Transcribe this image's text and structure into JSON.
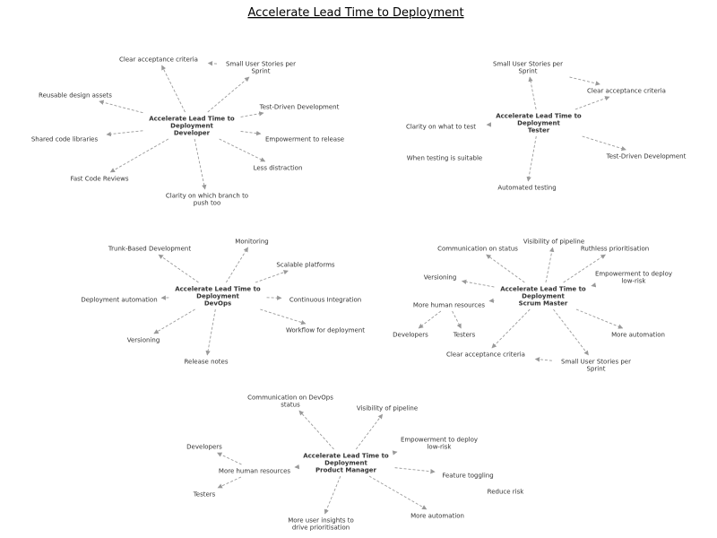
{
  "title": "Accelerate Lead Time to Deployment",
  "maps": [
    {
      "id": "developer",
      "center": {
        "lines": [
          "Accelerate Lead Time to",
          "Deployment",
          "Developer"
        ]
      },
      "leaves": [
        {
          "lines": [
            "Clear acceptance criteria"
          ]
        },
        {
          "lines": [
            "Small User Stories per",
            "Sprint"
          ]
        },
        {
          "lines": [
            "Reusable design assets"
          ]
        },
        {
          "lines": [
            "Test-Driven Development"
          ]
        },
        {
          "lines": [
            "Shared code libraries"
          ]
        },
        {
          "lines": [
            "Empowerment to release"
          ]
        },
        {
          "lines": [
            "Less distraction"
          ]
        },
        {
          "lines": [
            "Fast Code Reviews"
          ]
        },
        {
          "lines": [
            "Clarity on which branch to",
            "push too"
          ]
        }
      ],
      "links": [
        {
          "from": "center",
          "to": 0
        },
        {
          "from": "center",
          "to": 1
        },
        {
          "from": "center",
          "to": 2
        },
        {
          "from": "center",
          "to": 3
        },
        {
          "from": "center",
          "to": 4
        },
        {
          "from": "center",
          "to": 5
        },
        {
          "from": "center",
          "to": 6
        },
        {
          "from": "center",
          "to": 7
        },
        {
          "from": "center",
          "to": 8
        },
        {
          "from": 1,
          "to": 0
        }
      ]
    },
    {
      "id": "tester",
      "center": {
        "lines": [
          "Accelerate Lead Time to",
          "Deployment",
          "Tester"
        ]
      },
      "leaves": [
        {
          "lines": [
            "Small User Stories per",
            "Sprint"
          ]
        },
        {
          "lines": [
            "Clear acceptance criteria"
          ]
        },
        {
          "lines": [
            "Clarity on what to test"
          ]
        },
        {
          "lines": [
            "When testing is suitable"
          ]
        },
        {
          "lines": [
            "Test-Driven Development"
          ]
        },
        {
          "lines": [
            "Automated testing"
          ]
        }
      ],
      "links": [
        {
          "from": "center",
          "to": 0
        },
        {
          "from": "center",
          "to": 1
        },
        {
          "from": "center",
          "to": 2
        },
        {
          "from": "center",
          "to": 4
        },
        {
          "from": "center",
          "to": 5
        },
        {
          "from": 0,
          "to": 1
        }
      ]
    },
    {
      "id": "devops",
      "center": {
        "lines": [
          "Accelerate Lead Time to",
          "Deployment",
          "DevOps"
        ]
      },
      "leaves": [
        {
          "lines": [
            "Trunk-Based Development"
          ]
        },
        {
          "lines": [
            "Monitoring"
          ]
        },
        {
          "lines": [
            "Scalable platforms"
          ]
        },
        {
          "lines": [
            "Deployment automation"
          ]
        },
        {
          "lines": [
            "Continuous Integration"
          ]
        },
        {
          "lines": [
            "Workflow for deployment"
          ]
        },
        {
          "lines": [
            "Versioning"
          ]
        },
        {
          "lines": [
            "Release notes"
          ]
        }
      ],
      "links": [
        {
          "from": "center",
          "to": 0
        },
        {
          "from": "center",
          "to": 1
        },
        {
          "from": "center",
          "to": 2
        },
        {
          "from": "center",
          "to": 3
        },
        {
          "from": "center",
          "to": 4
        },
        {
          "from": "center",
          "to": 5
        },
        {
          "from": "center",
          "to": 6
        },
        {
          "from": "center",
          "to": 7
        }
      ]
    },
    {
      "id": "scrum-master",
      "center": {
        "lines": [
          "Accelerate Lead Time to",
          "Deployment",
          "Scrum Master"
        ]
      },
      "leaves": [
        {
          "lines": [
            "Visibility of pipeline"
          ]
        },
        {
          "lines": [
            "Communication on status"
          ]
        },
        {
          "lines": [
            "Ruthless prioritisation"
          ]
        },
        {
          "lines": [
            "Versioning"
          ]
        },
        {
          "lines": [
            "Empowerment to deploy",
            "low-risk"
          ]
        },
        {
          "lines": [
            "More human resources"
          ]
        },
        {
          "lines": [
            "Developers"
          ]
        },
        {
          "lines": [
            "Testers"
          ]
        },
        {
          "lines": [
            "More automation"
          ]
        },
        {
          "lines": [
            "Clear acceptance criteria"
          ]
        },
        {
          "lines": [
            "Small User Stories per",
            "Sprint"
          ]
        }
      ],
      "links": [
        {
          "from": "center",
          "to": 0
        },
        {
          "from": "center",
          "to": 1
        },
        {
          "from": "center",
          "to": 2
        },
        {
          "from": "center",
          "to": 3
        },
        {
          "from": "center",
          "to": 4
        },
        {
          "from": "center",
          "to": 5
        },
        {
          "from": "center",
          "to": 8
        },
        {
          "from": "center",
          "to": 9
        },
        {
          "from": "center",
          "to": 10
        },
        {
          "from": 5,
          "to": 6
        },
        {
          "from": 5,
          "to": 7
        },
        {
          "from": 10,
          "to": 9
        }
      ]
    },
    {
      "id": "product-manager",
      "center": {
        "lines": [
          "Accelerate Lead Time to",
          "Deployment",
          "Product Manager"
        ]
      },
      "leaves": [
        {
          "lines": [
            "Communication on DevOps",
            "status"
          ]
        },
        {
          "lines": [
            "Visibility of pipeline"
          ]
        },
        {
          "lines": [
            "Developers"
          ]
        },
        {
          "lines": [
            "Empowerment to deploy",
            "low-risk"
          ]
        },
        {
          "lines": [
            "More human resources"
          ]
        },
        {
          "lines": [
            "Feature toggling"
          ]
        },
        {
          "lines": [
            "Reduce risk"
          ]
        },
        {
          "lines": [
            "Testers"
          ]
        },
        {
          "lines": [
            "More automation"
          ]
        },
        {
          "lines": [
            "More user insights to",
            "drive prioritisation"
          ]
        }
      ],
      "links": [
        {
          "from": "center",
          "to": 0
        },
        {
          "from": "center",
          "to": 1
        },
        {
          "from": "center",
          "to": 3
        },
        {
          "from": "center",
          "to": 4
        },
        {
          "from": "center",
          "to": 5
        },
        {
          "from": "center",
          "to": 8
        },
        {
          "from": "center",
          "to": 9
        },
        {
          "from": 4,
          "to": 2
        },
        {
          "from": 4,
          "to": 7
        }
      ]
    }
  ],
  "colors": {
    "edge": "#9a9a9a",
    "text": "#333333"
  }
}
